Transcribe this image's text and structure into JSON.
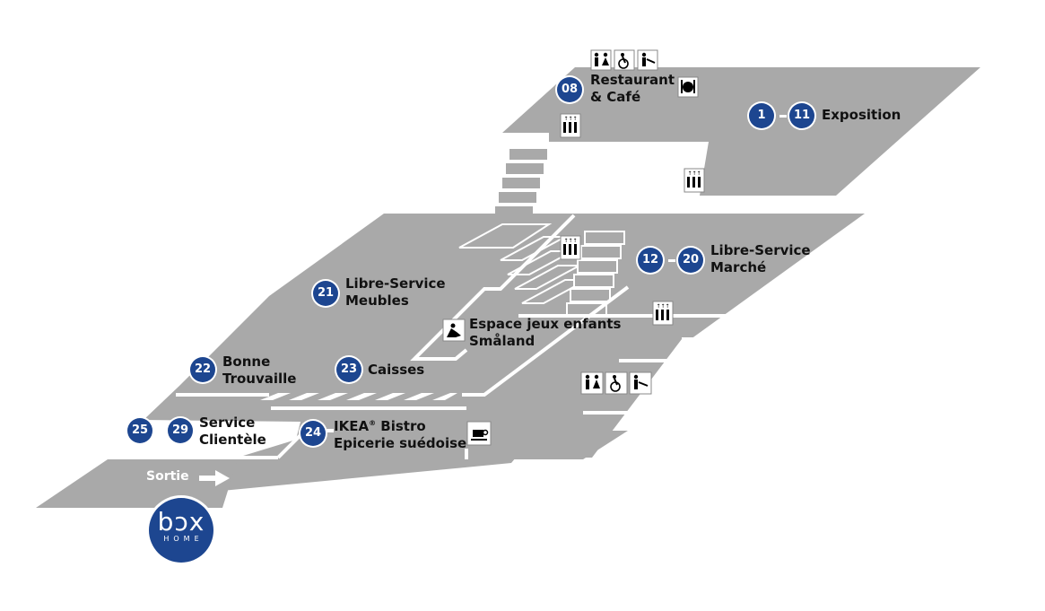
{
  "colors": {
    "floor": "#a9a9a9",
    "badge": "#1d4690",
    "aisle": "#ffffff"
  },
  "upper_floor": {
    "restaurant": {
      "number": "08",
      "line1": "Restaurant",
      "line2": "& Café"
    },
    "exposition": {
      "from": "1",
      "to": "11",
      "label": "Exposition"
    },
    "icons": [
      "toilets-icon",
      "accessible-icon",
      "baby-changing-icon",
      "restaurant-icon",
      "elevator-icon"
    ]
  },
  "ground_floor": {
    "marche": {
      "from": "12",
      "to": "20",
      "line1": "Libre-Service",
      "line2": "Marché"
    },
    "meubles": {
      "number": "21",
      "line1": "Libre-Service",
      "line2": "Meubles"
    },
    "smaland": {
      "line1": "Espace jeux enfants",
      "line2": "Småland"
    },
    "bonne_trouvaille": {
      "number": "22",
      "line1": "Bonne",
      "line2": "Trouvaille"
    },
    "caisses": {
      "number": "23",
      "label": "Caisses"
    },
    "bistro": {
      "number": "24",
      "line1": "IKEA",
      "line1_mark": "®",
      "line1_rest": " Bistro",
      "line2": "Epicerie suédoise"
    },
    "service": {
      "from": "25",
      "to": "29",
      "line1": "Service",
      "line2": "Clientèle"
    },
    "sortie": "Sortie"
  },
  "logo": {
    "main": "bɔx",
    "sub": "HOME"
  }
}
